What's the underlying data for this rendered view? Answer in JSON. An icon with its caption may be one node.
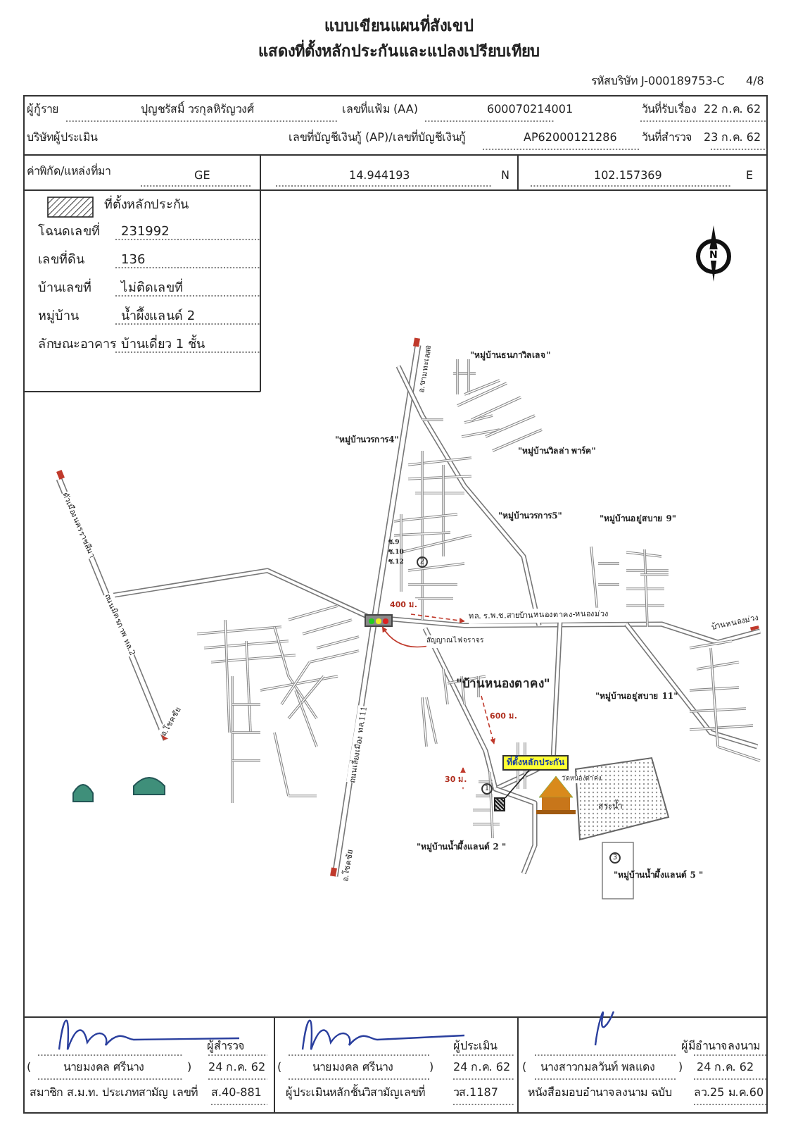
{
  "diagram": {
    "title": "แบบเขียนแผนที่สังเขป",
    "nodes": [
      {
        "text": [
          "ที่ตั้งหลักประกัน"
        ]
      },
      {
        "text": [],
        "shape": "box"
      },
      {
        "text": [
          "สัญญาณไฟจราจร"
        ]
      },
      {
        "text": [],
        "shape": "picture"
      }
    ],
    "edges": [
      {
        "from": 0,
        "to": 1,
        "arrow": "none"
      },
      {
        "from": 2,
        "to": 3,
        "arrow": "to",
        "color": "#c0392b"
      }
    ],
    "labels": [
      "แสดงที่ตั้งหลักประกันและแปลงเปรียบเทียบ",
      "รหัสบริษัท J-000189753-C",
      "4/8",
      "ผู้กู้ราย",
      "ปุญชรัสมิ์ วรกุลหิรัญวงศ์",
      "เลขที่แฟ้ม (AA)",
      "600070214001",
      "วันที่รับเรื่อง",
      "22 ก.ค. 62",
      "บริษัทผู้ประเมิน",
      "เลขที่บัญชีเงินกู้ (AP)/เลขที่บัญชีเงินกู้",
      "AP62000121286",
      "วันที่สำรวจ",
      "23 ก.ค. 62",
      "ค่าพิกัด/แหล่งที่มา",
      "GE",
      "14.944193",
      "N",
      "102.157369",
      "E",
      "โฉนดเลขที่",
      "231992",
      "เลขที่ดิน",
      "136",
      "บ้านเลขที่",
      "ไม่ติดเลขที่",
      "หมู่บ้าน",
      "น้ำผึ้งแลนด์ 2",
      "ลักษณะอาคาร",
      "บ้านเดี่ยว 1 ชั้น",
      "N",
      "\"หมู่บ้านธนภาวิลเลจ\"",
      "\"หมู่บ้านวรการ4\"",
      "\"หมู่บ้านวิลล่า พาร์ค\"",
      "\"หมู่บ้านวรการ5\"",
      "\"หมู่บ้านอยู่สบาย 9\"",
      "ซ.9",
      "ซ.10",
      "ซ.12",
      "2",
      "ทล. ร.พ.ช.สายบ้านหนองตาคง-หนองม่วง",
      "บ้านหนองม่วง",
      "400 ม.",
      "\"บ้านหนองตาคง\"",
      "\"หมู่บ้านอยู่สบาย 11\"",
      "600 ม.",
      "30 ม.",
      "1",
      "วัดหนองตาคง",
      "สระน้ำ",
      "\"หมู่บ้านน้ำผึ้งแลนด์ 2 \"",
      "3",
      "\"หมู่บ้านน้ำผึ้งแลนด์ 5 \"",
      "อ.ขามทะเลสอ",
      "ถนนเลี่ยงเมือง ทล.111",
      "อ.โชคชัย",
      "ตัวเมืองนครราชสีมา",
      "ถนนมิตรภาพ ทล.2",
      "อ.โชคชัย",
      "ผู้สำรวจ",
      "(",
      "นายมงคล ศรีนาง",
      ")",
      "24 ก.ค. 62",
      "สมาชิก ส.ม.ท. ประเภทสามัญ เลขที่",
      "ส.40-881",
      "ผู้ประเมิน",
      "(",
      "นายมงคล ศรีนาง",
      ")",
      "24 ก.ค. 62",
      "ผู้ประเมินหลักชั้นวิสามัญเลขที่",
      "วส.1187",
      "ผู้มีอำนาจลงนาม",
      "(",
      "นางสาวกมลวันท์ พลแดง",
      ")",
      "24 ก.ค. 62",
      "หนังสือมอบอำนาจลงนาม ฉบับ",
      "ลว.25 ม.ค.60"
    ],
    "legend": [
      {
        "text": "ที่ตั้งหลักประกัน"
      }
    ]
  }
}
